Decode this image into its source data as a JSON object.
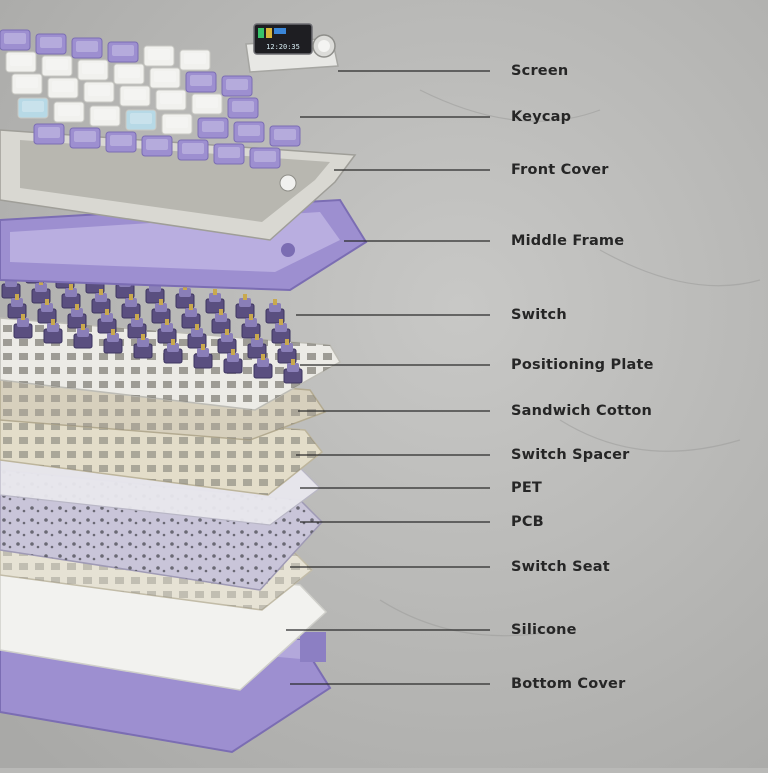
{
  "diagram": {
    "clock_text": "12:20:35",
    "labels": [
      {
        "id": "screen",
        "text": "Screen"
      },
      {
        "id": "keycap",
        "text": "Keycap"
      },
      {
        "id": "front-cover",
        "text": "Front Cover"
      },
      {
        "id": "middle-frame",
        "text": "Middle Frame"
      },
      {
        "id": "switch",
        "text": "Switch"
      },
      {
        "id": "positioning-plate",
        "text": "Positioning Plate"
      },
      {
        "id": "sandwich-cotton",
        "text": "Sandwich Cotton"
      },
      {
        "id": "switch-spacer",
        "text": "Switch Spacer"
      },
      {
        "id": "pet",
        "text": "PET"
      },
      {
        "id": "pcb",
        "text": "PCB"
      },
      {
        "id": "switch-seat",
        "text": "Switch Seat"
      },
      {
        "id": "silicone",
        "text": "Silicone"
      },
      {
        "id": "bottom-cover",
        "text": "Bottom Cover"
      }
    ]
  },
  "colors": {
    "background": "#b9b9b7",
    "lavender": "#9d8fd0",
    "lavender_dark": "#7b6db3",
    "keycap_white": "#f1f1ee",
    "keycap_blue": "#b7d9e6",
    "plate_white": "#ecebe6",
    "cotton_beige": "#d7d0bd",
    "pcb_lilac": "#c9c5d9",
    "silicone_white": "#f2f2ef",
    "leader_line": "#2a2a2a"
  }
}
